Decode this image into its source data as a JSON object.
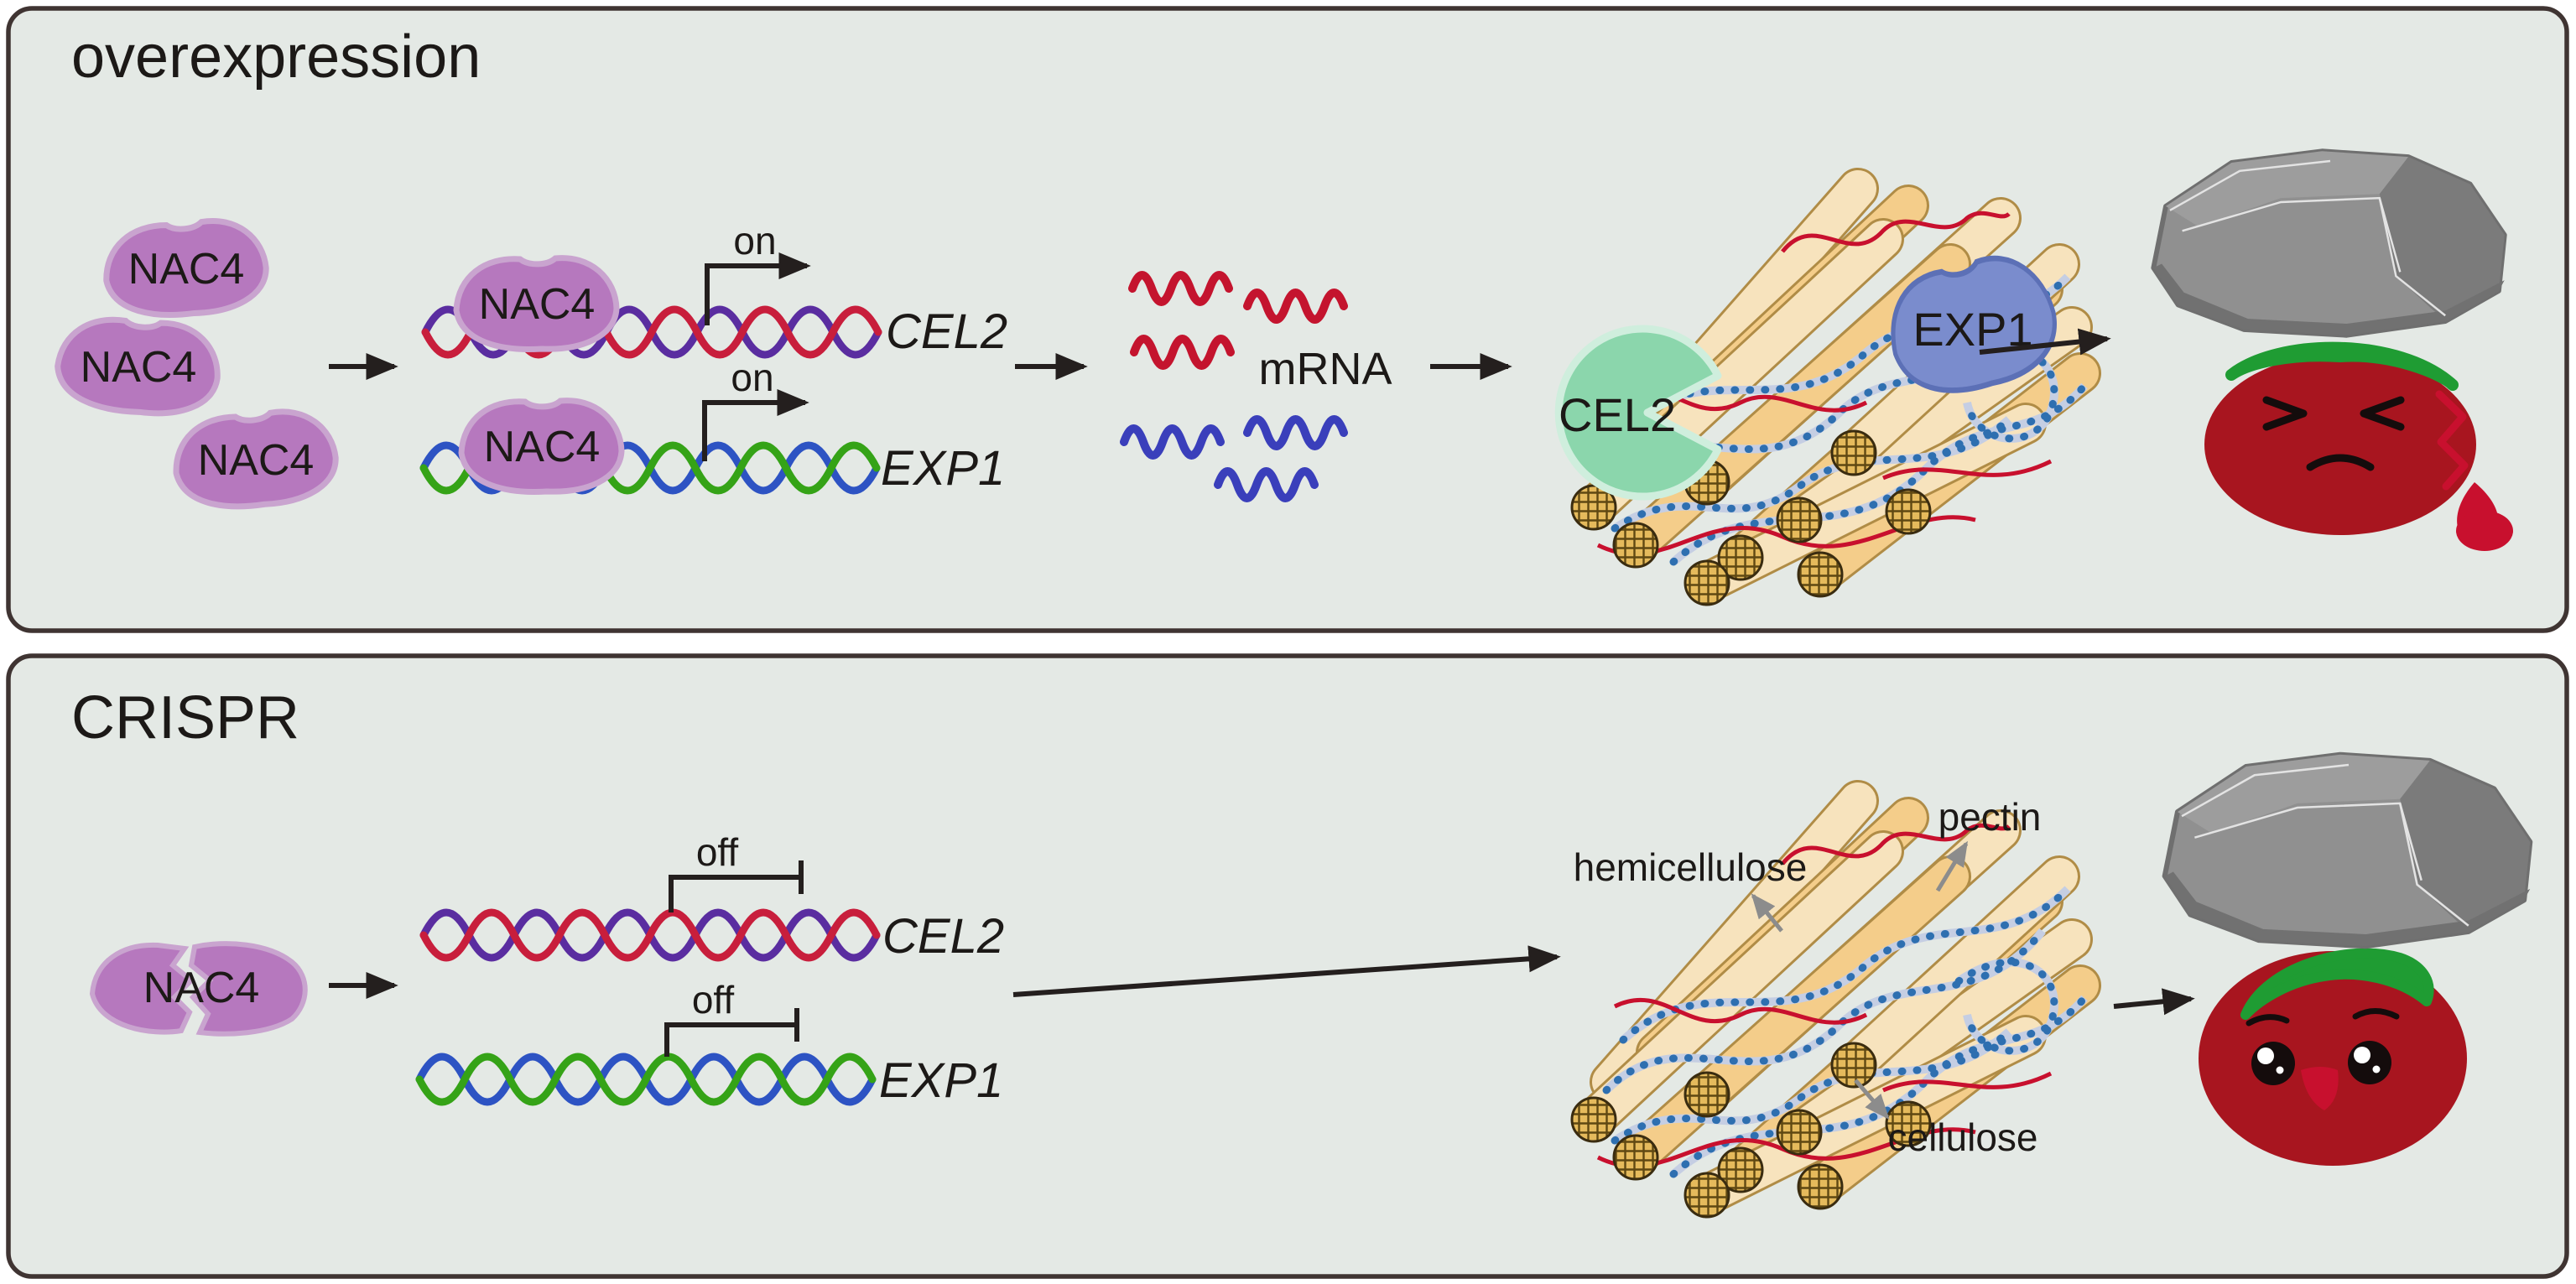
{
  "panel_overexpression": {
    "title": "overexpression",
    "nac4_label": "NAC4",
    "promoter_state": "on",
    "gene_cel2": "CEL2",
    "gene_exp1": "EXP1",
    "mrna_label": "mRNA",
    "enzyme_cel2": "CEL2",
    "enzyme_exp1": "EXP1"
  },
  "panel_crispr": {
    "title": "CRISPR",
    "nac4_label": "NAC4",
    "promoter_state": "off",
    "gene_cel2": "CEL2",
    "gene_exp1": "EXP1",
    "wall_labels": {
      "pectin": "pectin",
      "hemicellulose": "hemicellulose",
      "cellulose": "cellulose"
    }
  },
  "colors": {
    "panel_background": "#e4e9e5",
    "panel_border": "#3f3432",
    "nac4_fill": "#b678be",
    "nac4_edge": "#c9a4cf",
    "dna_purple": "#5a2da0",
    "dna_red": "#c81e3c",
    "dna_blue": "#2d53c3",
    "dna_green": "#35a317",
    "mrna_red": "#c4142e",
    "mrna_blue": "#3a3fbb",
    "fiber_light": "#f7e3bd",
    "fiber_mid": "#f4cd8a",
    "cap_gold": "#e5ba5c",
    "hemicellulose_strand": "#c5cee3",
    "hemicellulose_dots": "#2e6fb0",
    "pectin_red": "#c8102e",
    "cel2_enzyme_green": "#8bd6ac",
    "exp1_enzyme_blue": "#7a8ccd",
    "rock_gray": "#909090",
    "tomato_red": "#a8151f",
    "leaf_green": "#1f9c33",
    "arrow_black": "#241f1e",
    "arrow_gray": "#8c8c8c"
  }
}
